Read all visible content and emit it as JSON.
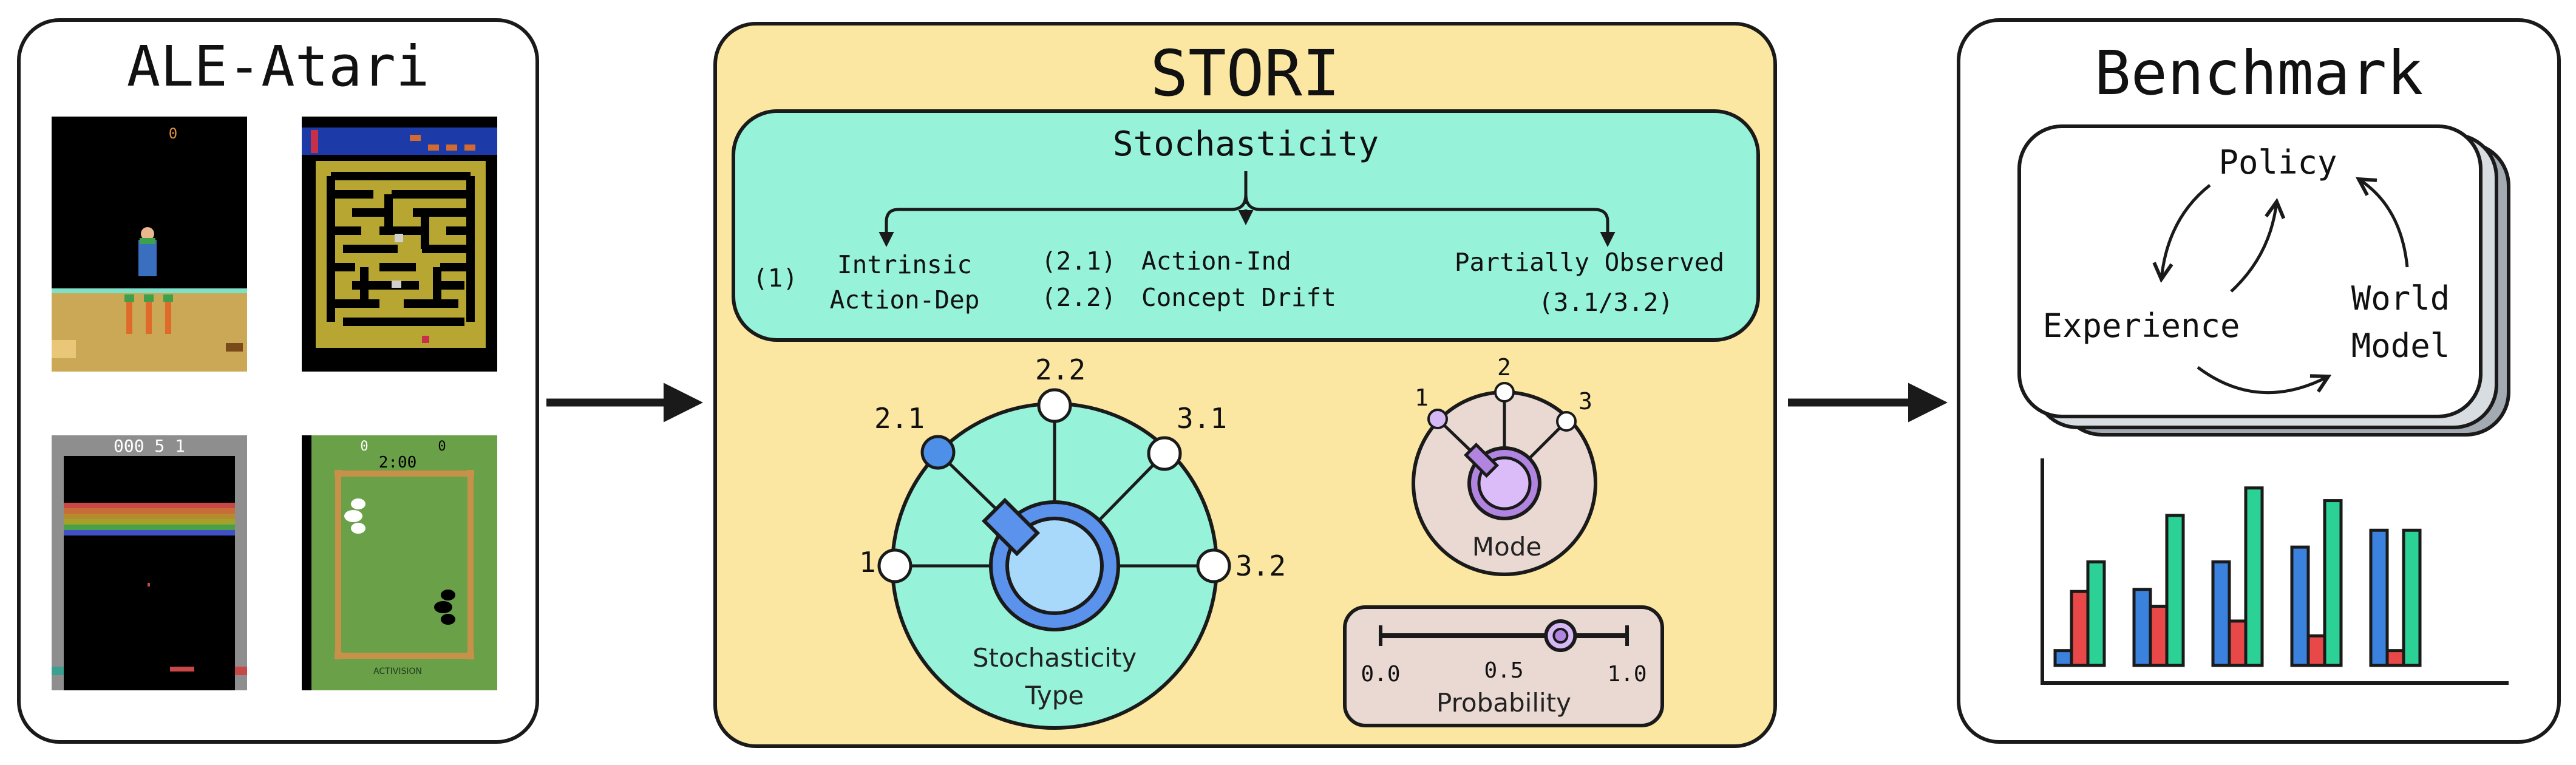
{
  "ale": {
    "title": "ALE-Atari",
    "games": {
      "farm": {
        "score": "0"
      },
      "breakout": {
        "score": "000 5 1"
      },
      "boxing": {
        "score_left": "0",
        "score_right": "0",
        "clock": "2:00",
        "brand": "ACTIVISION"
      }
    }
  },
  "stori": {
    "title": "STORI",
    "stochasticity": {
      "title": "Stochasticity",
      "col1": {
        "num": "(1)",
        "line1": "Intrinsic",
        "line2": "Action-Dep"
      },
      "col2": {
        "num1": "(2.1)",
        "num2": "(2.2)",
        "line1": "Action-Ind",
        "line2": "Concept Drift"
      },
      "col3": {
        "line1": "Partially Observed",
        "line2": "(3.1/3.2)"
      }
    },
    "type_dial": {
      "label_line1": "Stochasticity",
      "label_line2": "Type",
      "positions": [
        "1",
        "2.1",
        "2.2",
        "3.1",
        "3.2"
      ],
      "selected": "2.1"
    },
    "mode_dial": {
      "label": "Mode",
      "positions": [
        "1",
        "2",
        "3"
      ],
      "selected": "1"
    },
    "probability": {
      "label": "Probability",
      "ticks": [
        "0.0",
        "0.5",
        "1.0"
      ],
      "value": 0.73
    }
  },
  "benchmark": {
    "title": "Benchmark",
    "cycle": {
      "policy": "Policy",
      "experience": "Experience",
      "world_model_line1": "World",
      "world_model_line2": "Model"
    },
    "chart_data": {
      "type": "bar",
      "title": "",
      "xlabel": "",
      "ylabel": "",
      "categories": [
        "",
        "",
        "",
        "",
        ""
      ],
      "series": [
        {
          "values": [
            0.07,
            0.36,
            0.49,
            0.56,
            0.64
          ]
        },
        {
          "values": [
            0.35,
            0.28,
            0.21,
            0.14,
            0.07
          ]
        },
        {
          "values": [
            0.49,
            0.71,
            0.84,
            0.78,
            0.64
          ]
        }
      ],
      "colors": [
        "#3a82de",
        "#e94848",
        "#2bd195"
      ],
      "ylim": [
        0,
        1
      ]
    }
  }
}
